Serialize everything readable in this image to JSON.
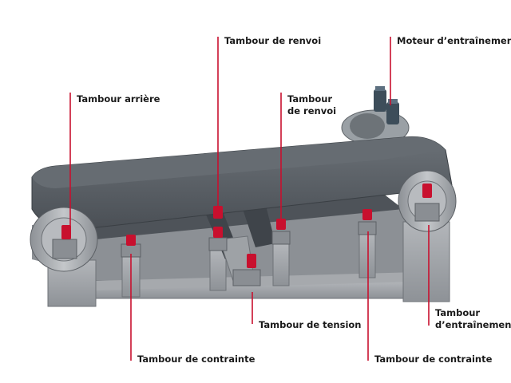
{
  "labels": {
    "renvoi_top": "Tambour de renvoi",
    "moteur": "Moteur d’entraînement",
    "arriere": "Tambour arrière",
    "renvoi_mid_1": "Tambour",
    "renvoi_mid_2": "de renvoi",
    "tension": "Tambour de tension",
    "entrainement_1": "Tambour",
    "entrainement_2": "d’entraînement",
    "contrainte_left": "Tambour de contrainte",
    "contrainte_right": "Tambour de contrainte"
  },
  "colors": {
    "leader": "#c8102e",
    "belt_top": "#5a6066",
    "belt_side": "#4a4f55",
    "frame": "#9a9ea3",
    "frame_dark": "#7c8086",
    "bearing_red": "#c8102e"
  }
}
